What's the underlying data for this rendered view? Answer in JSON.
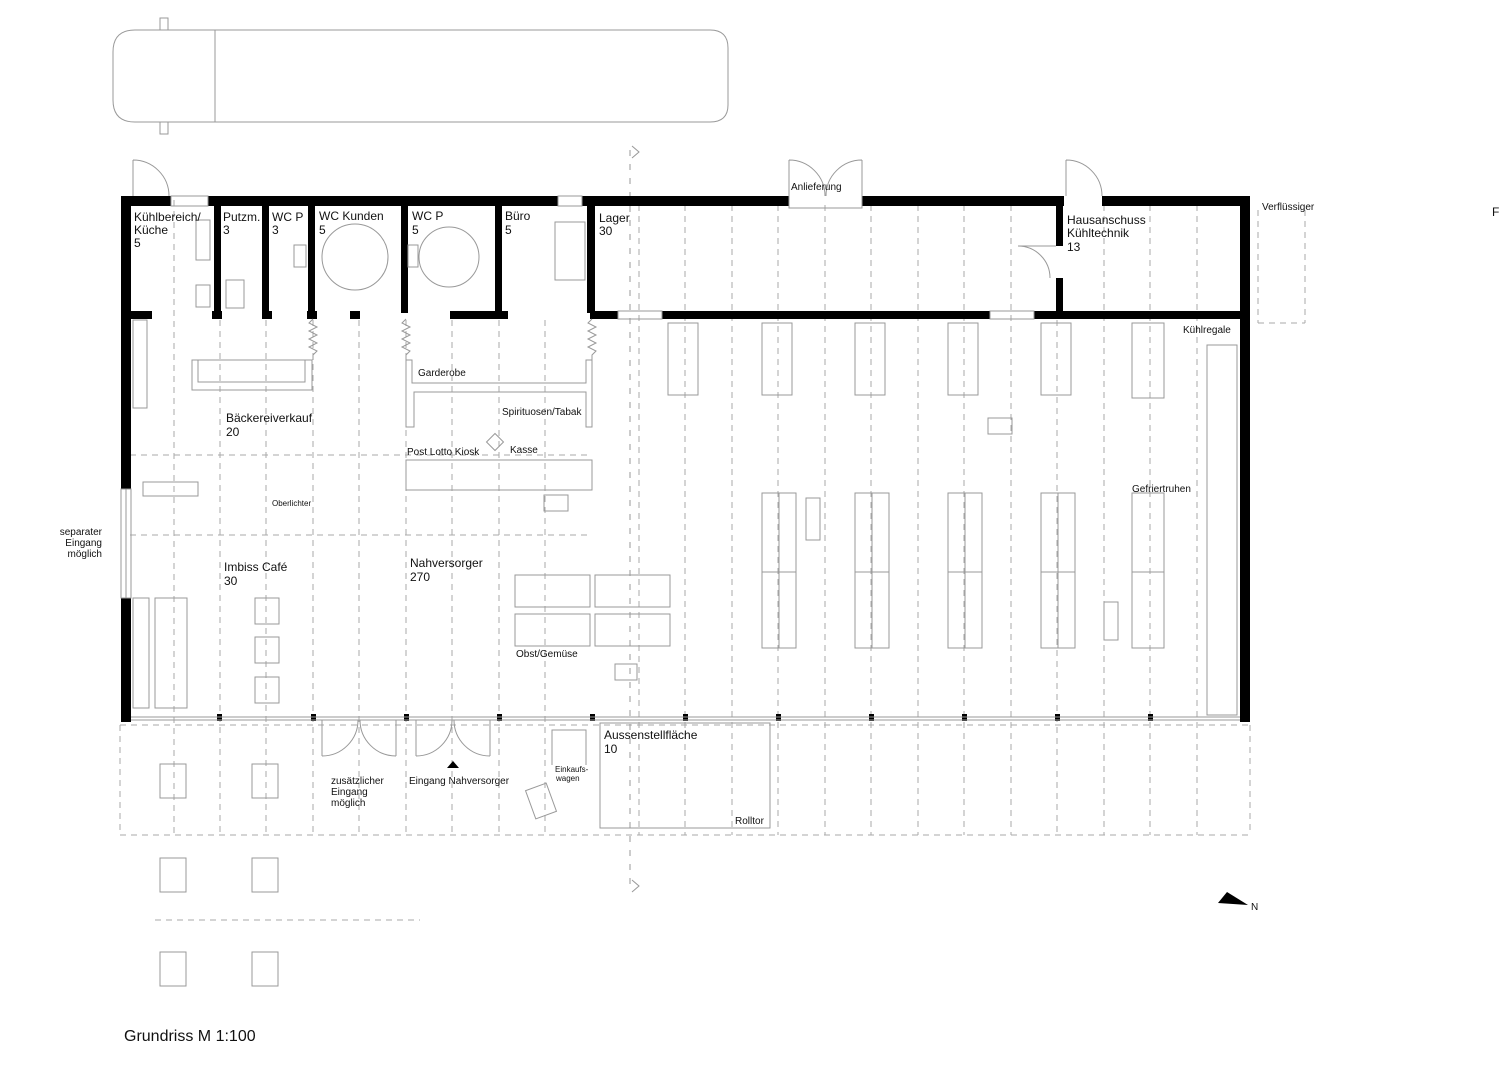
{
  "plan": {
    "title": "Grundriss M 1:100",
    "north_label": "N",
    "edge_mark": "F",
    "rooms": [
      {
        "id": "kuehlbereich",
        "name": "Kühlbereich/",
        "name2": "Küche",
        "area": "5"
      },
      {
        "id": "putzm",
        "name": "Putzm.",
        "area": "3"
      },
      {
        "id": "wc-p-1",
        "name": "WC P",
        "area": "3"
      },
      {
        "id": "wc-kunden",
        "name": "WC Kunden",
        "area": "5"
      },
      {
        "id": "wc-p-2",
        "name": "WC P",
        "area": "5"
      },
      {
        "id": "buero",
        "name": "Büro",
        "area": "5"
      },
      {
        "id": "lager",
        "name": "Lager",
        "area": "30"
      },
      {
        "id": "hausanschuss",
        "name": "Hausanschuss",
        "name2": "Kühltechnik",
        "area": "13"
      },
      {
        "id": "baeckereiverkauf",
        "name": "Bäckereiverkauf",
        "area": "20"
      },
      {
        "id": "imbiss-cafe",
        "name": "Imbiss Café",
        "area": "30"
      },
      {
        "id": "nahversorger",
        "name": "Nahversorger",
        "area": "270"
      },
      {
        "id": "aussenstellflaeche",
        "name": "Aussenstellfläche",
        "area": "10"
      }
    ],
    "labels": {
      "anlieferung": "Anlieferung",
      "verfluessiger": "Verflüssiger",
      "kuehlregale": "Kühlregale",
      "garderobe": "Garderobe",
      "spirituosen": "Spirituosen/Tabak",
      "post_lotto": "Post Lotto Kiosk",
      "kasse": "Kasse",
      "oberlichter": "Oberlichter",
      "gefriertruhen": "Gefriertruhen",
      "obst": "Obst/Gemüse",
      "rolltor": "Rolltor",
      "einkaufswagen_1": "Einkaufs-",
      "einkaufswagen_2": "wagen",
      "eingang_nahversorger": "Eingang Nahversorger",
      "zusatz_1": "zusätzlicher",
      "zusatz_2": "Eingang",
      "zusatz_3": "möglich",
      "separat_1": "separater",
      "separat_2": "Eingang",
      "separat_3": "möglich"
    }
  }
}
